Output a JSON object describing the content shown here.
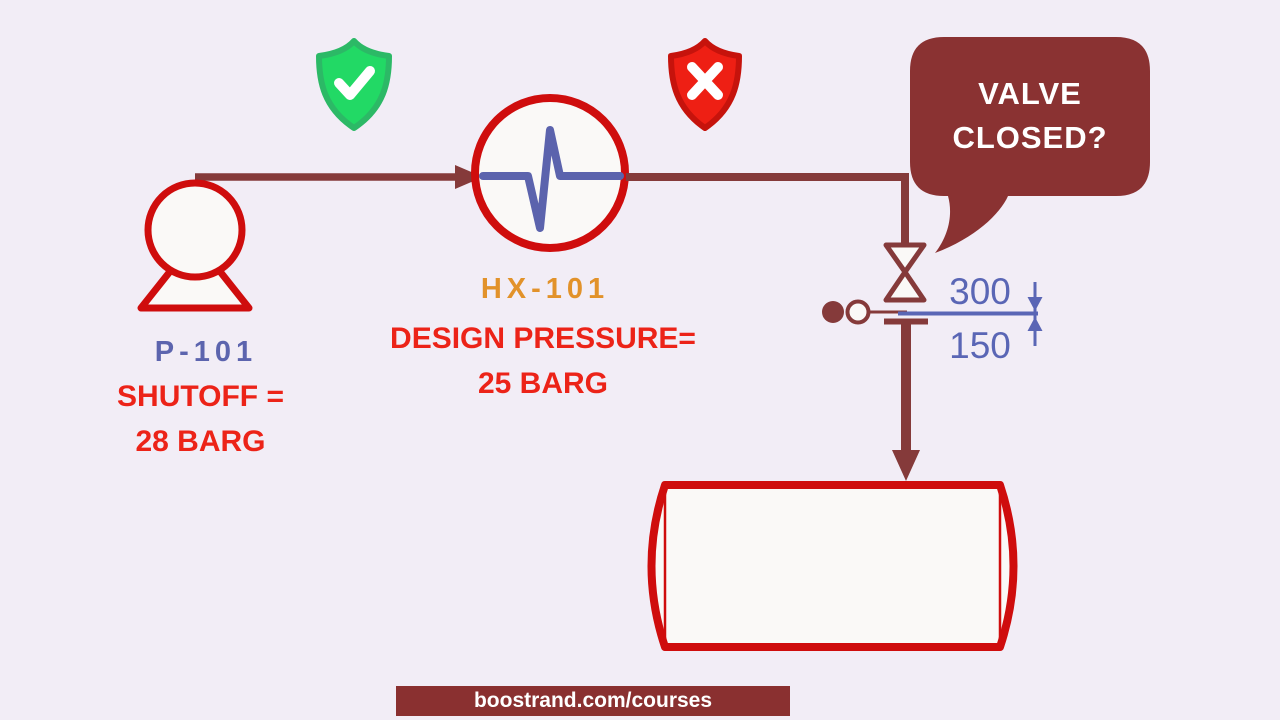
{
  "colors": {
    "background": "#f2edf6",
    "equipment_red": "#cf0d0d",
    "pipe_maroon": "#853a3a",
    "bubble_maroon": "#8a3232",
    "banner_maroon": "#8a3030",
    "equipment_fill": "#faf9f7",
    "tag_blue": "#5c64ae",
    "zigzag_blue": "#5b63ad",
    "dimension_blue": "#5a66b5",
    "tag_orange": "#e2922a",
    "warning_red_text": "#ec2318",
    "shield_green_fill": "#22d965",
    "shield_green_border": "#2cb966",
    "shield_red_fill": "#ee1f14",
    "shield_red_border": "#c6130c",
    "white": "#ffffff"
  },
  "pump": {
    "tag": "P-101",
    "note_line1": "SHUTOFF =",
    "note_line2": "28 BARG"
  },
  "heat_exchanger": {
    "tag": "HX-101",
    "note_line1": "DESIGN PRESSURE=",
    "note_line2": "25 BARG"
  },
  "speech_bubble": {
    "line1": "VALVE",
    "line2": "CLOSED?"
  },
  "dimension": {
    "upstream": "300",
    "downstream": "150"
  },
  "icons": {
    "ok_indicator": "shield-check-icon",
    "alarm_indicator": "shield-x-icon"
  },
  "footer": {
    "url": "boostrand.com/courses"
  }
}
